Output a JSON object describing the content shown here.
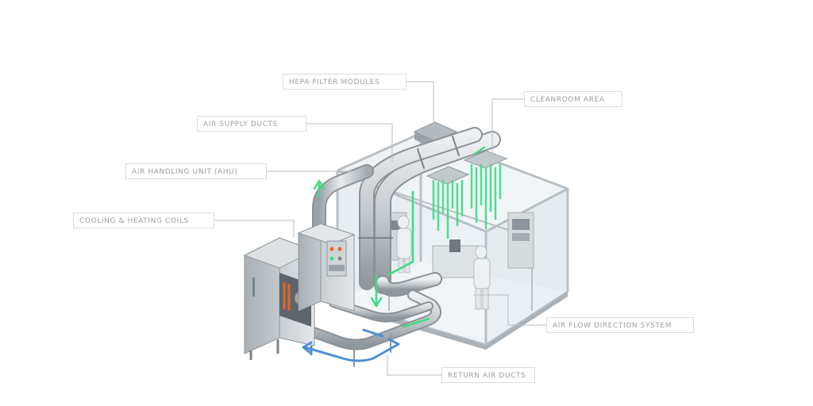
{
  "labels": {
    "hepa": "HEPA FILTER MODULES",
    "cleanroom": "CLEANROOM AREA",
    "supply": "AIR SUPPLY DUCTS",
    "ahu": "AIR HANDLING UNIT (AHU)",
    "coils": "COOLING & HEATING COILS",
    "flow": "AIR FLOW DIRECTION SYSTEM",
    "return": "RETURN AIR DUCTS"
  },
  "colors": {
    "supply_flow": "#3ddc84",
    "return_flow": "#4a90d9",
    "heater_accent": "#e8642a",
    "steel": "#c5cacd",
    "glass_frame": "#b9c0c5",
    "leader_line": "#b8bec3"
  }
}
